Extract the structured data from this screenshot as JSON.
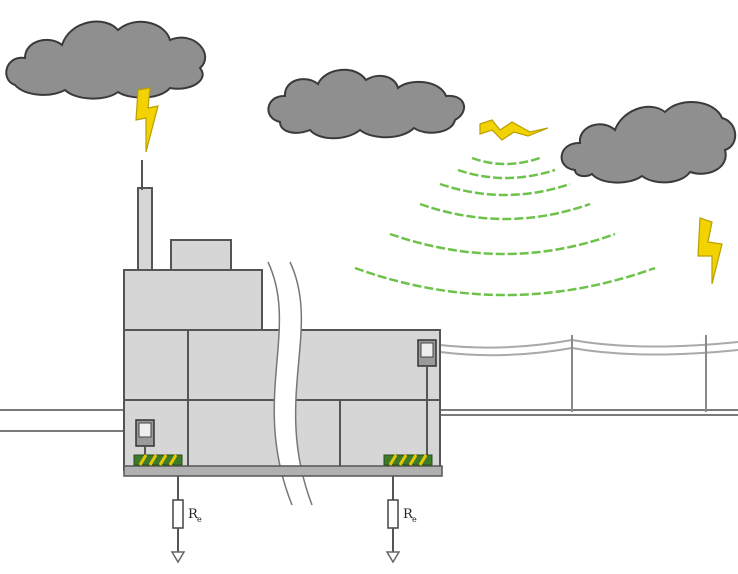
{
  "colors": {
    "cloud_fill": "#8f8f8f",
    "cloud_edge": "#3a3a3a",
    "bolt": "#f2d200",
    "bolt_edge": "#b8a000",
    "wave": "#6cc24a",
    "building_fill": "#d6d6d6",
    "building_edge": "#555555",
    "ground_line": "#7a7a7a",
    "power_line": "#a9a9a9",
    "earth_bar": "#3f7a2a",
    "earth_stripe": "#e6c800"
  },
  "icons": [
    "cloud-icon",
    "lightning-bolt-icon",
    "earth-symbol-icon"
  ],
  "labels": {
    "earth_resistor_left": {
      "main": "R",
      "sub": "e"
    },
    "earth_resistor_right": {
      "main": "R",
      "sub": "e"
    }
  }
}
